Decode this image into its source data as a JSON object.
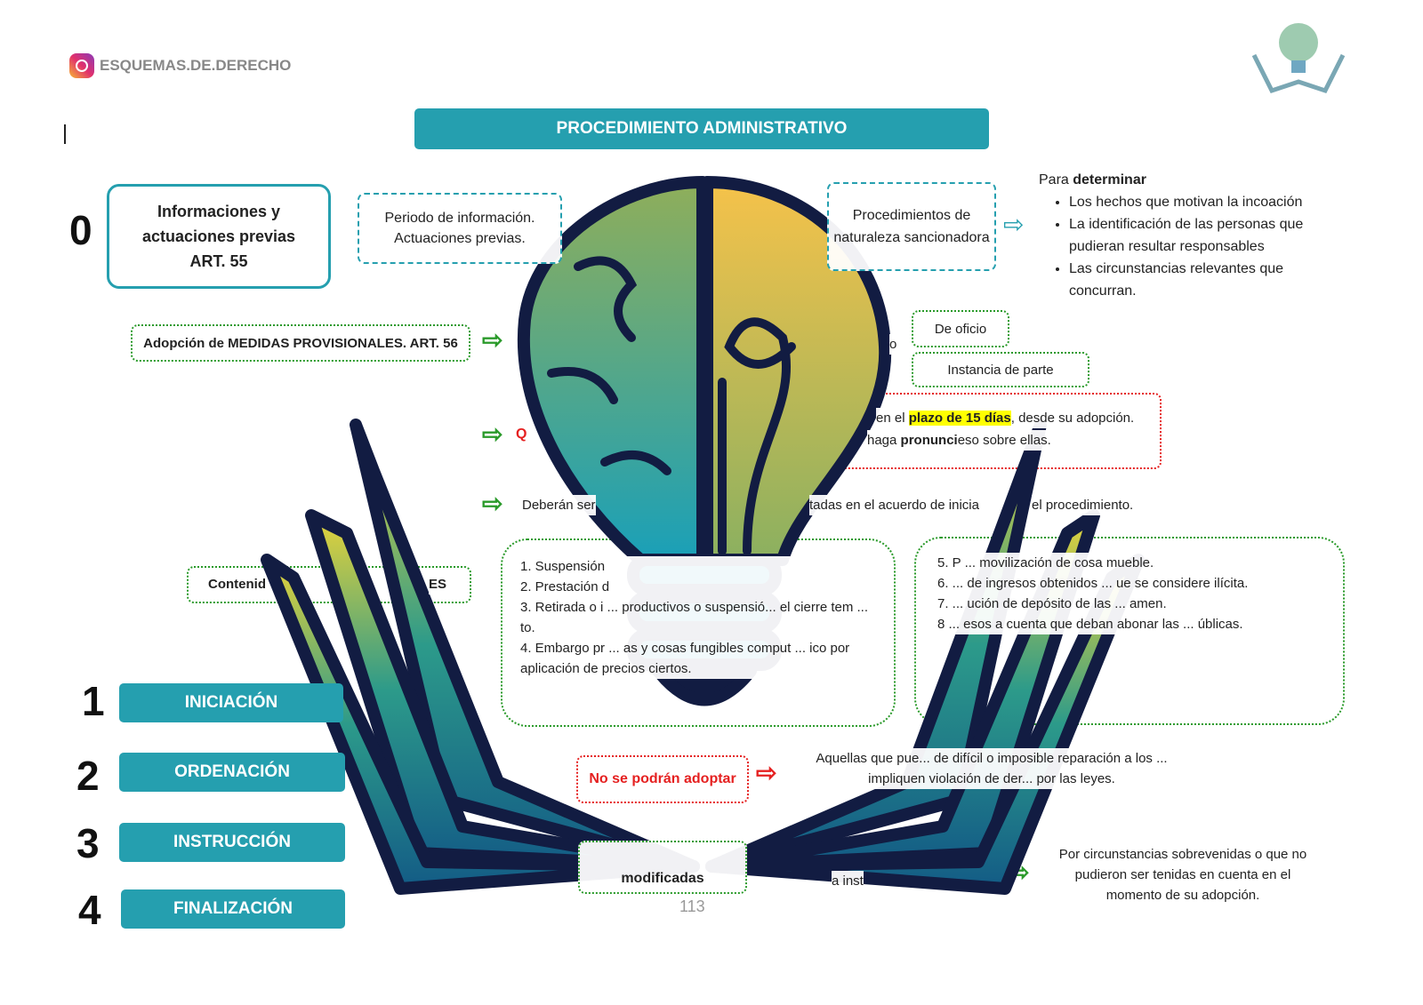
{
  "brand": {
    "handle": "ESQUEMAS.DE.DERECHO",
    "icon": "instagram-icon"
  },
  "title": "PROCEDIMIENTO ADMINISTRATIVO",
  "phases": [
    {
      "num": "0",
      "label": "Informaciones y actuaciones previas ART. 55"
    },
    {
      "num": "1",
      "label": "INICIACIÓN"
    },
    {
      "num": "2",
      "label": "ORDENACIÓN"
    },
    {
      "num": "3",
      "label": "INSTRUCCIÓN"
    },
    {
      "num": "4",
      "label": "FINALIZACIÓN"
    }
  ],
  "prev": {
    "periodo": "Periodo de información. Actuaciones previas.",
    "sancion": "Procedimientos de naturaleza sancionadora",
    "para": "Para",
    "determinar": "determinar",
    "bullets": [
      "Los hechos que motivan la incoación",
      "La identificación de las personas que pudieran resultar responsables",
      "Las circunstancias relevantes que concurran."
    ]
  },
  "medidas": {
    "label": "Adopción de MEDIDAS PROVISIONALES. ART. 56",
    "o": "o",
    "de_oficio": "De oficio",
    "instancia": "Instancia de parte",
    "q": "Q",
    "plazo_pre": "en el",
    "plazo": "plazo de 15 días",
    "plazo_post": ", desde su adopción.",
    "pron_pre": "haga",
    "pron": "pronunci",
    "pron_post": "eso sobre ellas.",
    "deberan": "Deberán ser",
    "acuerdo": "tadas en el acuerdo de inicia",
    "proc": "el procedimiento.",
    "contenido": "Contenid",
    "contenido_end": "ES"
  },
  "list_left": [
    "1. Suspensión",
    "2. Prestación d",
    "3. Retirada o i ... productivos o suspensió... el cierre tem ... to.",
    "4. Embargo pr ... as y cosas fungibles comput ... ico por aplicación de precios ciertos."
  ],
  "list_right": [
    "5. P ... movilización de cosa mueble.",
    "6. ... de ingresos obtenidos ... ue se considere ilícita.",
    "7. ... ución de depósito de las ... amen.",
    "8 ... esos a cuenta que deban abonar las ... úblicas."
  ],
  "no_adoptar": {
    "label": "No se podrán adoptar",
    "text": "Aquellas que pue... de difícil o imposible reparación a los ... impliquen violación de der... por las leyes."
  },
  "modif": {
    "label": "modificadas",
    "text": "a inst",
    "circ": "Por circunstancias sobrevenidas o que no pudieron ser tenidas en cuenta en el momento de su adopción."
  },
  "page_number": "113",
  "colors": {
    "teal": "#259faf",
    "green": "#2a9a2a",
    "red": "#e52020"
  }
}
